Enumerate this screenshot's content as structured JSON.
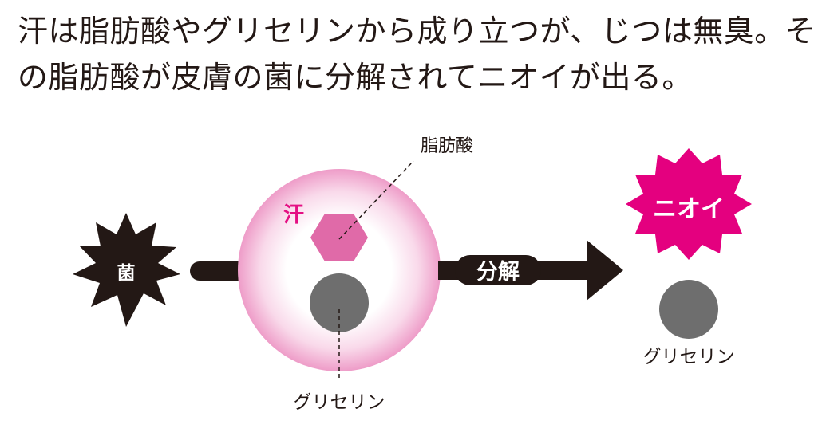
{
  "heading": {
    "line1": "汗は脂肪酸やグリセリンから成り立つが、じつは無臭。そ",
    "line2": "の脂肪酸が皮膚の菌に分解されてニオイが出る。"
  },
  "diagram": {
    "bacteria_label": "菌",
    "sweat_label": "汗",
    "fatty_acid_label": "脂肪酸",
    "glycerin_label_left": "グリセリン",
    "decompose_label": "分解",
    "odor_label": "ニオイ",
    "glycerin_label_right": "グリセリン",
    "colors": {
      "dark": "#231815",
      "sweat_pink": "#e40f83",
      "fatty_acid": "#e06aa8",
      "sphere_edge": "#ee9cc8",
      "glycerin_gray": "#6e6e6e",
      "odor_magenta": "#e4007f"
    }
  }
}
